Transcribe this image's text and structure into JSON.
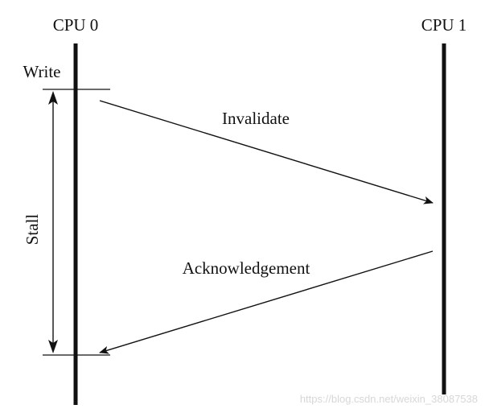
{
  "processors": {
    "left": "CPU 0",
    "right": "CPU 1"
  },
  "events": {
    "write": "Write",
    "stall": "Stall"
  },
  "messages": {
    "invalidate": "Invalidate",
    "acknowledgement": "Acknowledgement"
  },
  "watermark": "https://blog.csdn.net/weixin_38087538",
  "colors": {
    "ink": "#111111",
    "watermark": "#d7d7d7"
  }
}
